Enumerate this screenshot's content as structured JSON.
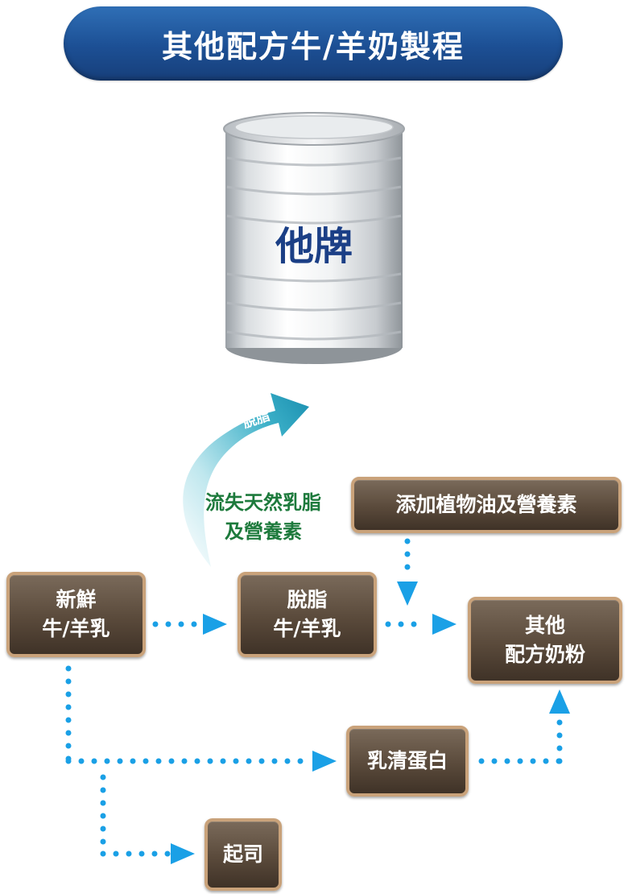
{
  "title": "其他配方牛/羊奶製程",
  "can": {
    "brand": "他牌"
  },
  "skim_arrow_label": "脫脂",
  "loss_note": {
    "line1": "流失天然乳脂",
    "line2": "及營養素"
  },
  "nodes": {
    "fresh_milk": {
      "line1": "新鮮",
      "line2": "牛/羊乳"
    },
    "skim_milk": {
      "line1": "脫脂",
      "line2": "牛/羊乳"
    },
    "additives": {
      "line1": "添加植物油及營養素"
    },
    "formula_powder": {
      "line1": "其他",
      "line2": "配方奶粉"
    },
    "whey_protein": {
      "line1": "乳清蛋白"
    },
    "cheese": {
      "line1": "起司"
    }
  },
  "colors": {
    "title_banner": "#1c4f94",
    "node_fill": "#5a4a3b",
    "node_border": "#c9a27a",
    "flow_arrow": "#1aa0e6",
    "loss_text": "#1d7a3c",
    "can_brand_text": "#1b3f86"
  }
}
